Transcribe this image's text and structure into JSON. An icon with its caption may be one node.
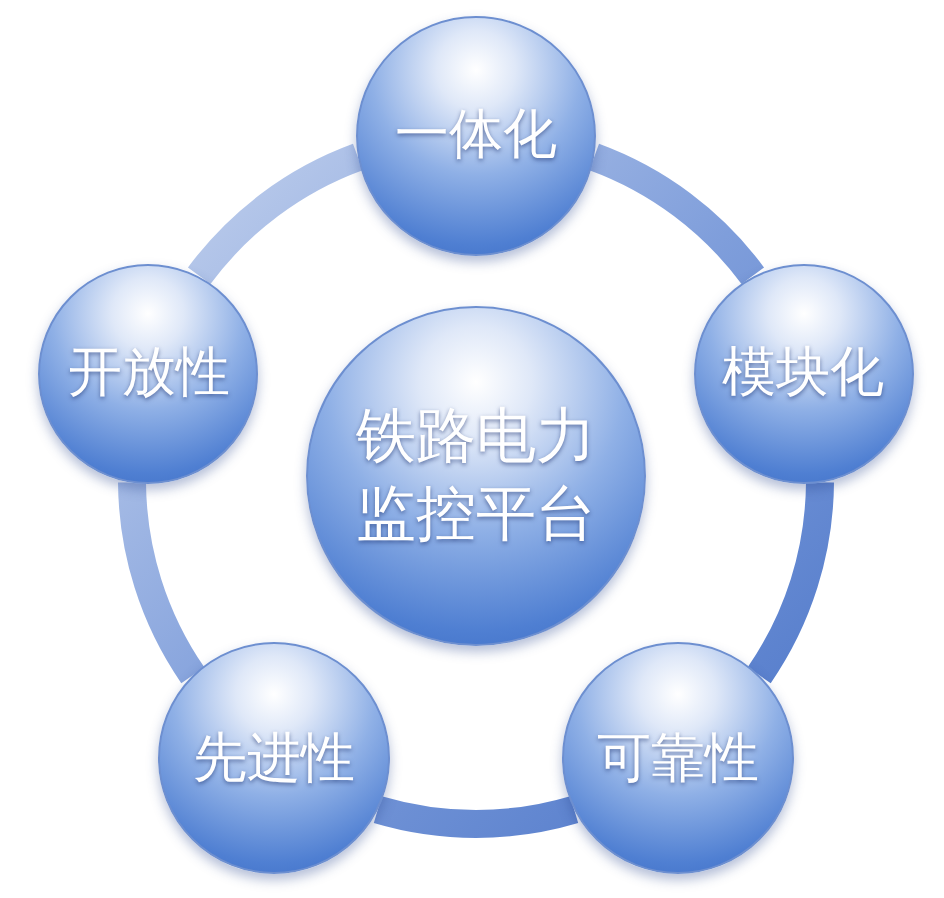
{
  "diagram": {
    "nodes": [
      {
        "text": [
          "铁路电力监控平台"
        ]
      },
      {
        "text": [
          "一体化"
        ]
      },
      {
        "text": [
          "模块化"
        ]
      },
      {
        "text": [
          "可靠性"
        ]
      },
      {
        "text": [
          "先进性"
        ]
      },
      {
        "text": [
          "开放性"
        ]
      }
    ],
    "edges": [
      {
        "from": 1,
        "to": 2,
        "arrow": "none"
      },
      {
        "from": 2,
        "to": 3,
        "arrow": "none"
      },
      {
        "from": 3,
        "to": 4,
        "arrow": "none"
      },
      {
        "from": 4,
        "to": 5,
        "arrow": "none"
      },
      {
        "from": 5,
        "to": 1,
        "arrow": "none"
      }
    ]
  }
}
